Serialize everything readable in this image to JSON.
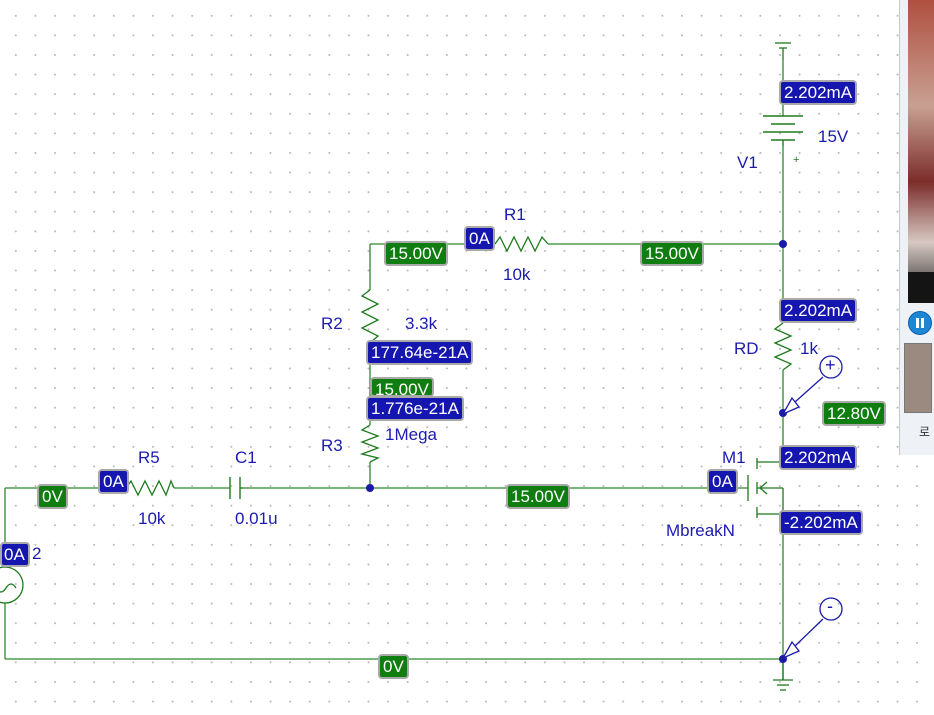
{
  "components": {
    "v1": {
      "name": "V1",
      "value": "15V",
      "plus": "+"
    },
    "r1": {
      "name": "R1",
      "value": "10k"
    },
    "r2": {
      "name": "R2",
      "value": "3.3k"
    },
    "r3": {
      "name": "R3",
      "value": "1Mega"
    },
    "rd": {
      "name": "RD",
      "value": "1k"
    },
    "r5": {
      "name": "R5",
      "value": "10k"
    },
    "c1": {
      "name": "C1",
      "value": "0.01u"
    },
    "m1": {
      "name": "M1",
      "model": "MbreakN"
    },
    "vsrc": {
      "suffix": "2"
    }
  },
  "probes": {
    "i_v1": "2.202mA",
    "v_r1_left": "15.00V",
    "i_r1": "0A",
    "v_r1_right": "15.00V",
    "i_rd": "2.202mA",
    "i_r2": "177.64e-21A",
    "v_r2_bottom": "15.00V",
    "i_r3": "1.776e-21A",
    "v_drain": "12.80V",
    "i_drain": "2.202mA",
    "v_gate": "15.00V",
    "i_gate": "0A",
    "i_source": "-2.202mA",
    "v_input": "0V",
    "i_r5": "0A",
    "i_vsrc": "0A",
    "v_ground": "0V"
  },
  "markers": {
    "plus": "+",
    "minus": "-"
  },
  "colors": {
    "wire": "#2a8a2a",
    "component": "#1d7a1d",
    "current_flag": "#1515b0",
    "voltage_flag": "#0f7d0f",
    "label": "#1b1bb0",
    "marker": "#1a1aa8"
  },
  "side_panel": {
    "text": "로",
    "icons": [
      "pause-icon",
      "thumbnail"
    ]
  }
}
